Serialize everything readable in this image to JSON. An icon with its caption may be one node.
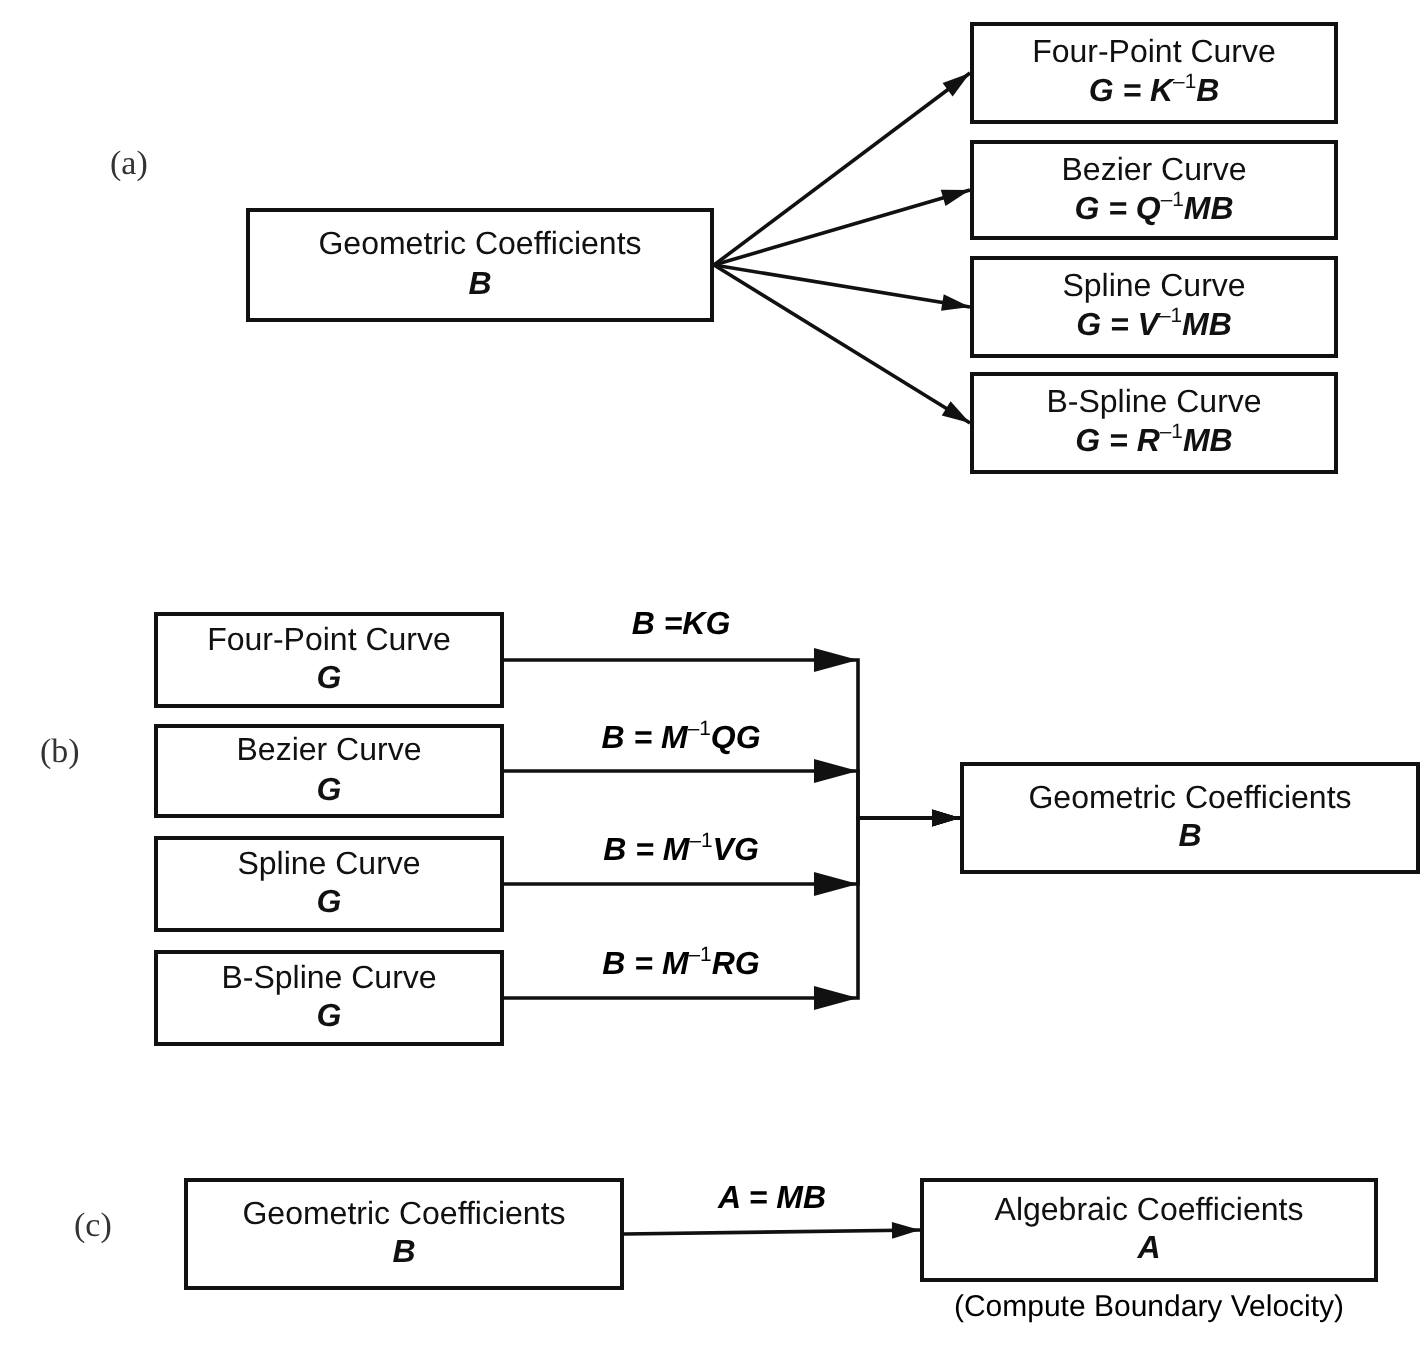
{
  "diagram": {
    "nodes": [
      {
        "text": [
          "Geometric Coefficients",
          "B"
        ]
      },
      {
        "text": [
          "Four-Point Curve",
          "G = K$^{–1}$B"
        ]
      },
      {
        "text": [
          "Bezier Curve",
          "G = Q$^{–1}$MB"
        ]
      },
      {
        "text": [
          "Spline Curve",
          "G = V$^{–1}$MB"
        ]
      },
      {
        "text": [
          "B-Spline Curve",
          "G = R$^{–1}$MB"
        ]
      },
      {
        "text": [
          "Four-Point Curve",
          "G"
        ]
      },
      {
        "text": [
          "Bezier Curve",
          "G"
        ]
      },
      {
        "text": [
          "Spline Curve",
          "G"
        ]
      },
      {
        "text": [
          "B-Spline Curve",
          "G"
        ]
      },
      {
        "text": [
          "Geometric Coefficients",
          "B"
        ]
      },
      {
        "text": [
          "Geometric Coefficients",
          "B"
        ]
      },
      {
        "text": [
          "Algebraic Coefficients",
          "A"
        ],
        "beside": [
          "(Compute Boundary Velocity)"
        ]
      }
    ],
    "edges": [
      {
        "from": 0,
        "to": 1,
        "arrow": "to"
      },
      {
        "from": 0,
        "to": 2,
        "arrow": "to"
      },
      {
        "from": 0,
        "to": 3,
        "arrow": "to"
      },
      {
        "from": 0,
        "to": 4,
        "arrow": "to"
      },
      {
        "from": 5,
        "to": 9,
        "arrow": "to",
        "label": "B =KG"
      },
      {
        "from": 6,
        "to": 9,
        "arrow": "to",
        "label": "B = M$^{–1}$QG"
      },
      {
        "from": 7,
        "to": 9,
        "arrow": "to",
        "label": "B = M$^{–1}$VG"
      },
      {
        "from": 8,
        "to": 9,
        "arrow": "to",
        "label": "B = M$^{–1}$RG"
      },
      {
        "from": 10,
        "to": 11,
        "arrow": "to",
        "label": "A = MB"
      }
    ],
    "labels": [
      "(a)",
      "(b)",
      "(c)"
    ]
  }
}
